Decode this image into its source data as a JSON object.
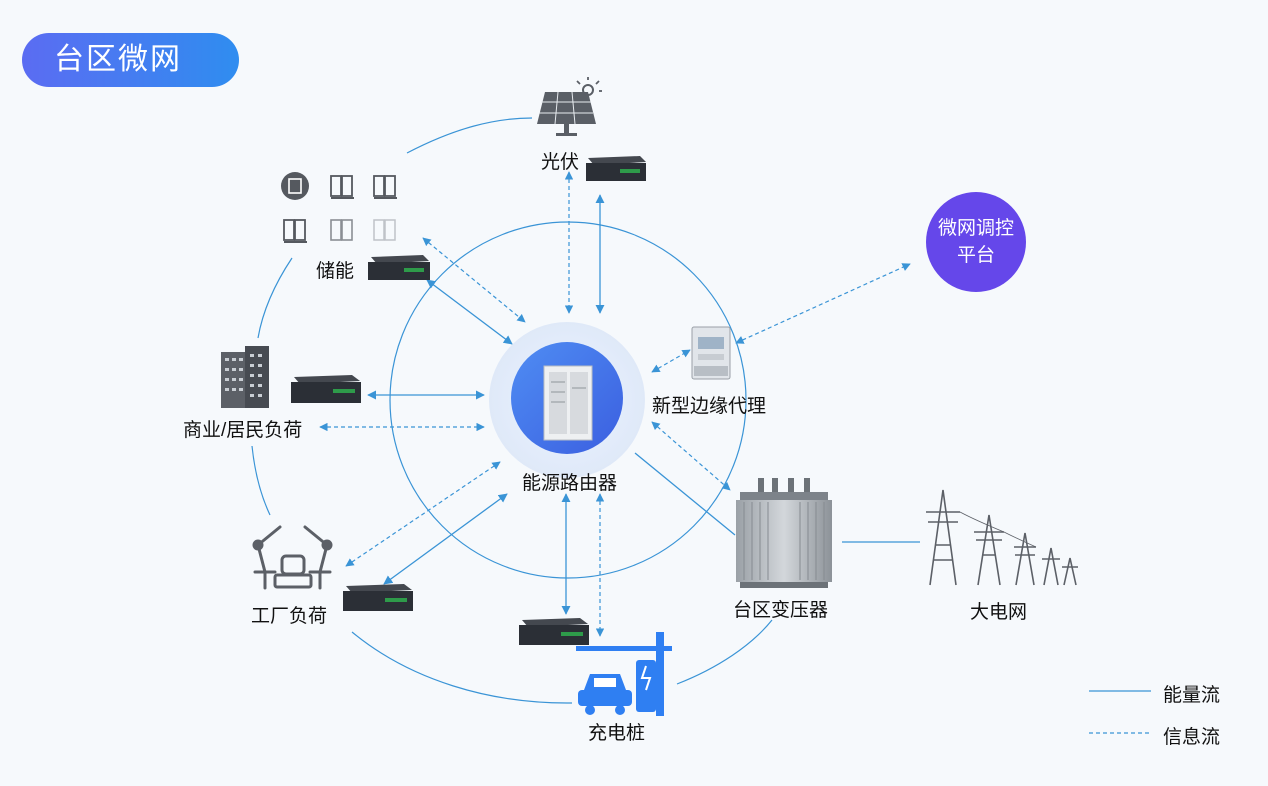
{
  "title": "台区微网",
  "nodes": {
    "pv": "光伏",
    "storage": "储能",
    "commercial": "商业/居民负荷",
    "factory": "工厂负荷",
    "charger": "充电桩",
    "transformer": "台区变压器",
    "grid": "大电网",
    "router": "能源路由器",
    "edge_agent": "新型边缘代理",
    "platform": {
      "line1": "微网调控",
      "line2": "平台"
    }
  },
  "legend": {
    "energy": "能量流",
    "info": "信息流"
  },
  "colors": {
    "line": "#3a94d6",
    "accent": "#2f7ff2",
    "platform": "#6547ea",
    "device": "#2b2f36"
  }
}
